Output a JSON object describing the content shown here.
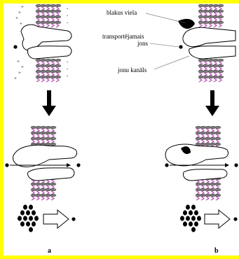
{
  "labels": {
    "side_substance": "blakus viela",
    "transported_ion_line1": "transportējamais",
    "transported_ion_line2": "jons",
    "ion_channel": "jonu kanāls"
  },
  "panels": {
    "a": "a",
    "b": "b"
  },
  "colors": {
    "background": "#ffff00",
    "panel": "#ffffff",
    "lipid_tail": "#b54cb0",
    "lipid_head": "#7a7a7a",
    "ink": "#000000"
  }
}
